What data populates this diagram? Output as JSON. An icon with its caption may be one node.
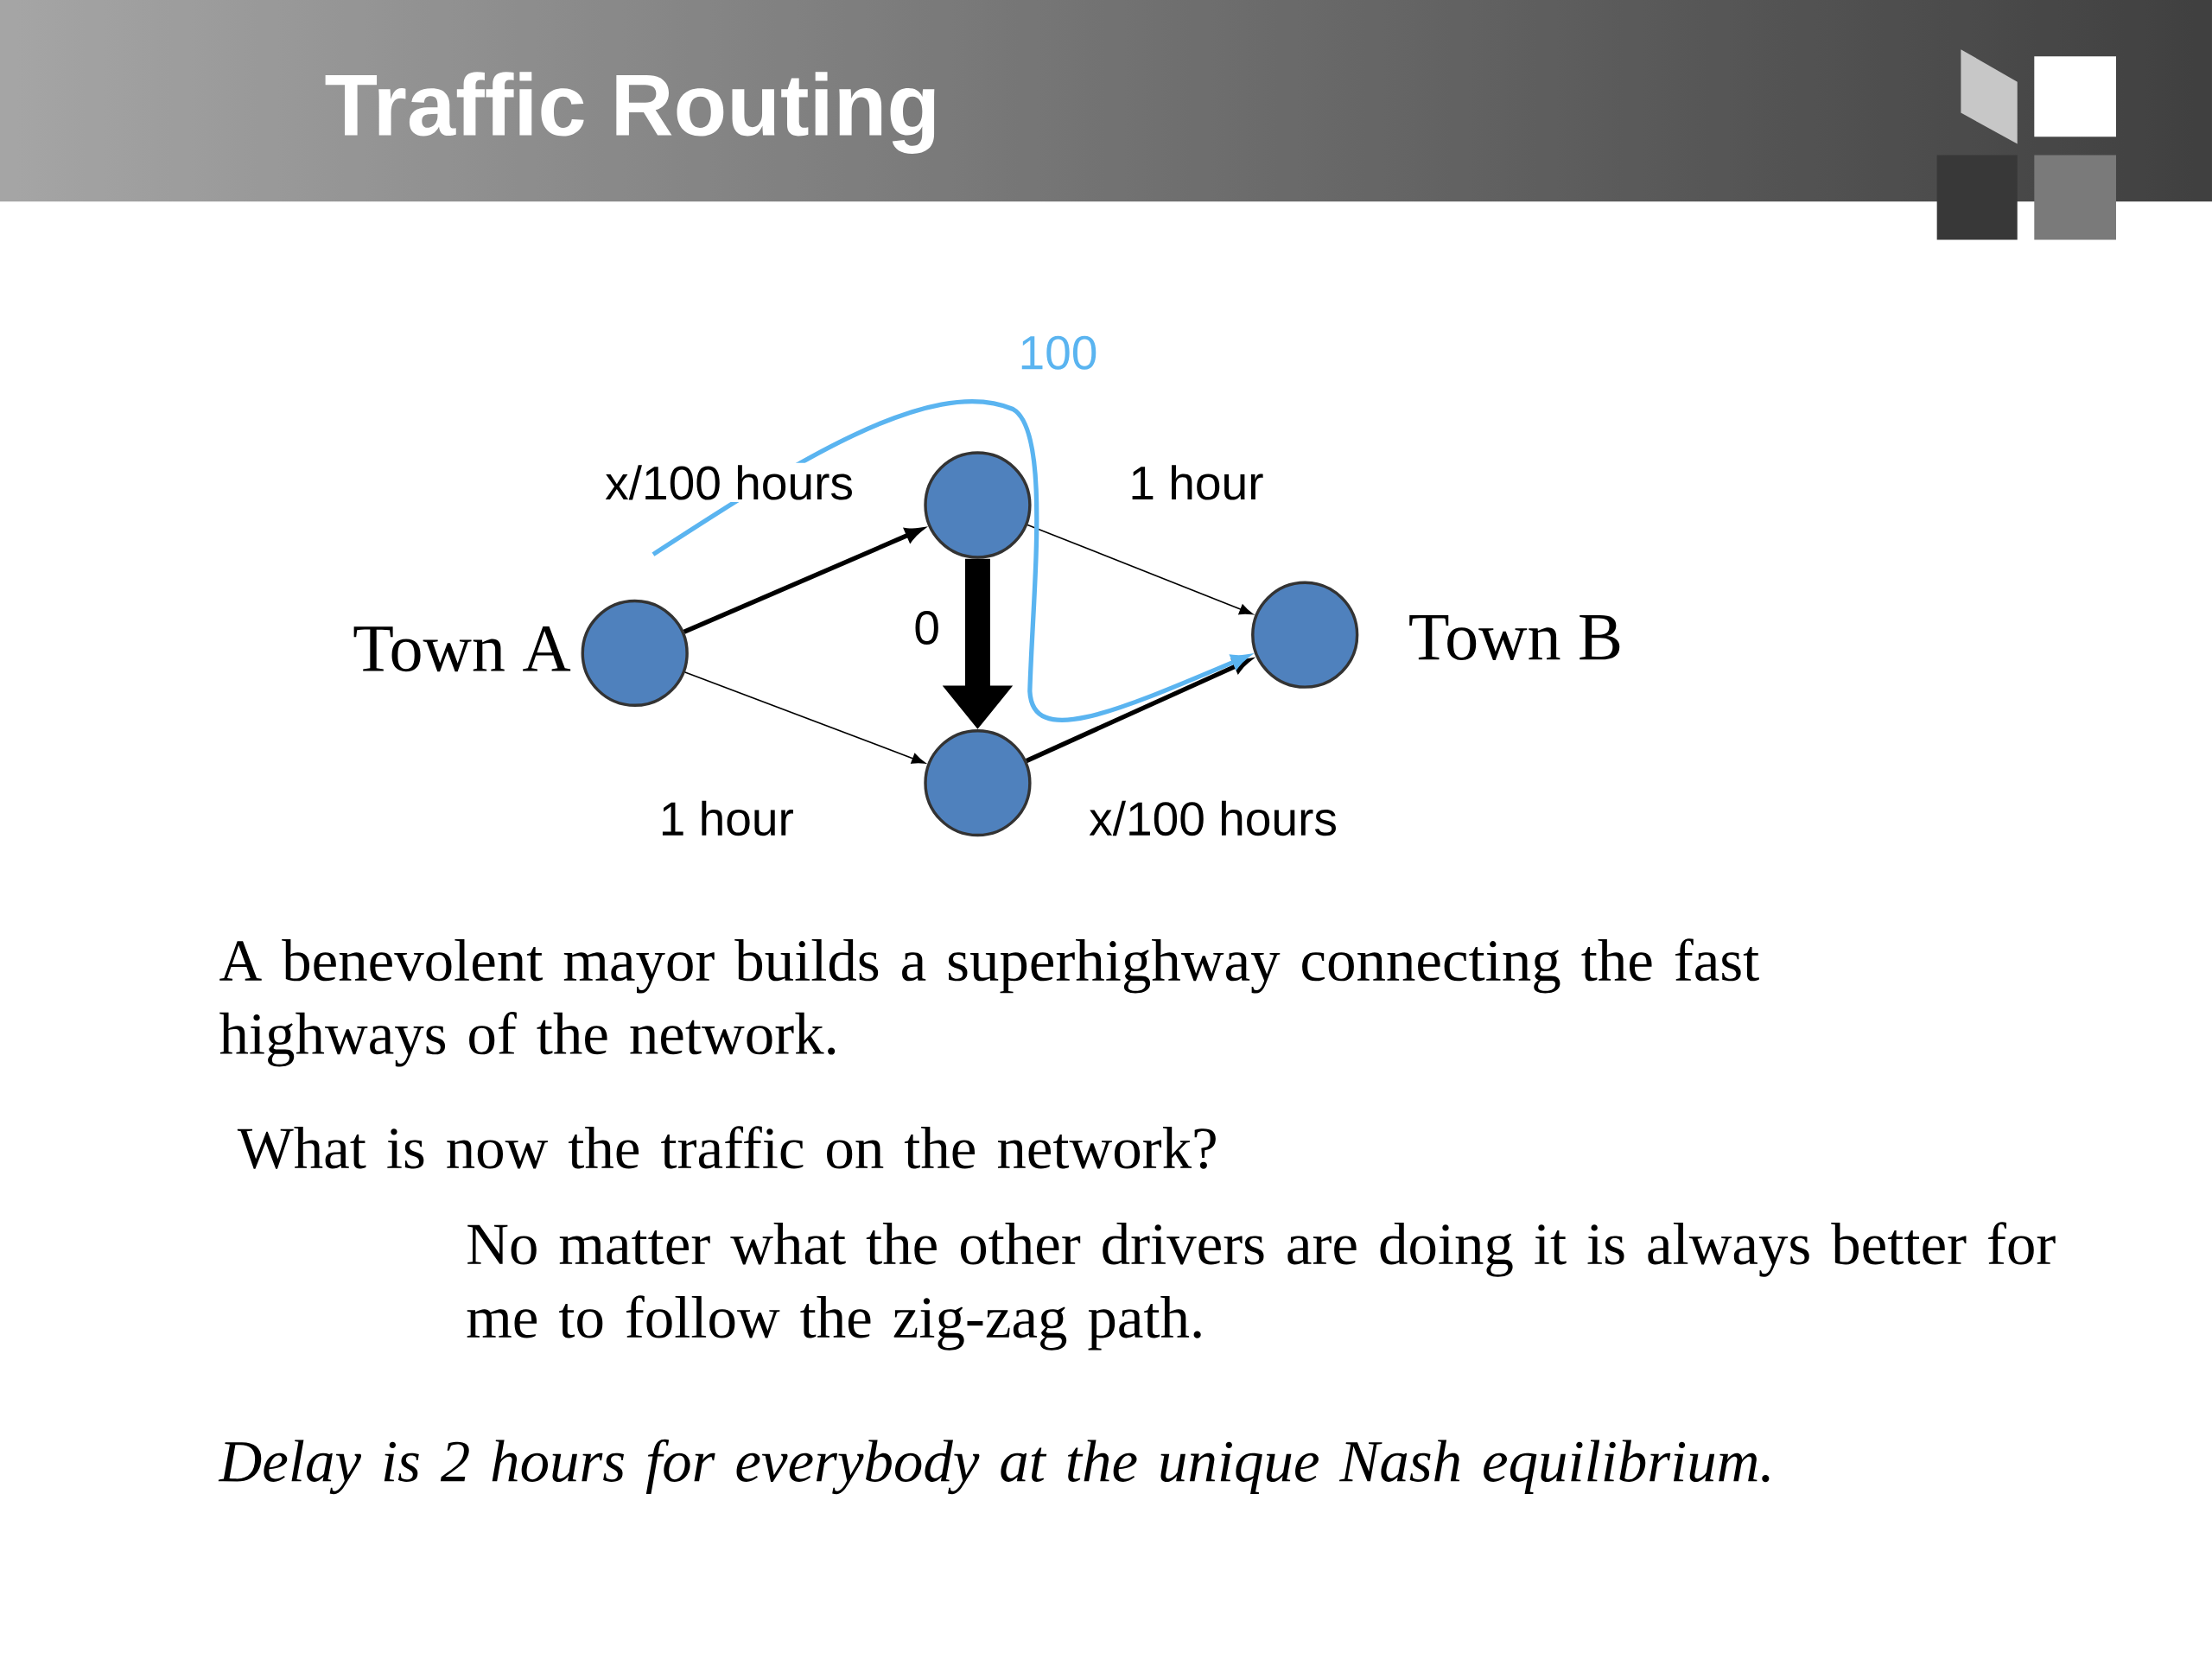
{
  "diagram": {
    "title": "Traffic Routing",
    "nodes": [
      {
        "text": [],
        "shape": "circle",
        "beside": [
          "Town A"
        ]
      },
      {
        "text": [],
        "shape": "circle"
      },
      {
        "text": [],
        "shape": "circle"
      },
      {
        "text": [],
        "shape": "circle",
        "beside": [
          "Town B"
        ]
      }
    ],
    "edges": [
      {
        "from": 0,
        "to": 1,
        "arrow": "to",
        "label": "x/100 hours"
      },
      {
        "from": 1,
        "to": 3,
        "arrow": "to",
        "label": "1 hour"
      },
      {
        "from": 1,
        "to": 2,
        "arrow": "to",
        "label": "0",
        "style": "thick"
      },
      {
        "from": 0,
        "to": 2,
        "arrow": "to",
        "label": "1 hour"
      },
      {
        "from": 2,
        "to": 3,
        "arrow": "to",
        "label": "x/100 hours"
      },
      {
        "from": null,
        "to": 3,
        "arrow": "to",
        "label": "100",
        "color": "#5ab4f0"
      }
    ],
    "labels": [
      "A benevolent mayor builds a superhighway connecting the fast highways of the network.",
      "What is now the traffic on the network?",
      "No matter what the other drivers are doing it is always better for me to follow the zig-zag path.",
      "Delay is 2 hours for everybody at the unique Nash equilibrium."
    ]
  }
}
